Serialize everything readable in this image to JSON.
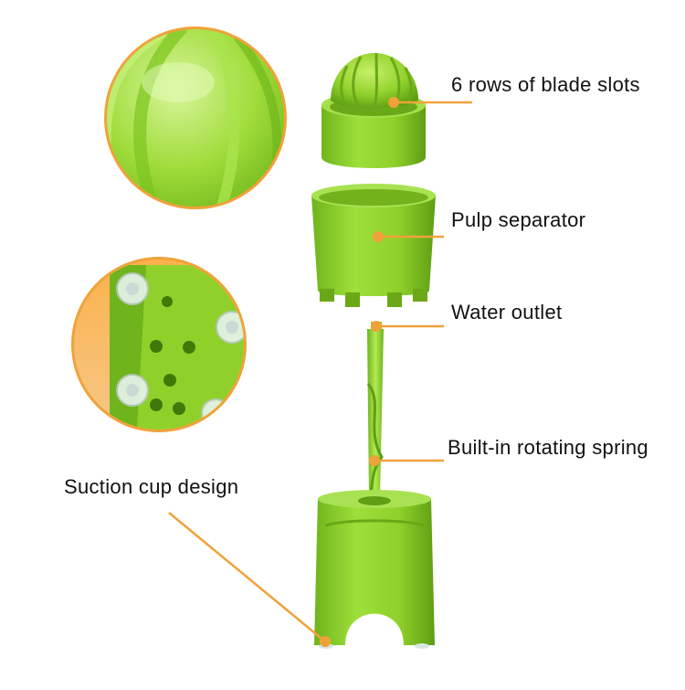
{
  "colors": {
    "product_green": "#8fd12a",
    "product_green_dark": "#5c9e12",
    "callout_orange": "#f0a23a",
    "inset_orange": "#f7a74a"
  },
  "labels": {
    "blade_slots": "6 rows of blade slots",
    "pulp_separator": "Pulp separator",
    "water_outlet": "Water outlet",
    "rotating_spring": "Built-in rotating spring",
    "suction_cup": "Suction cup design"
  }
}
